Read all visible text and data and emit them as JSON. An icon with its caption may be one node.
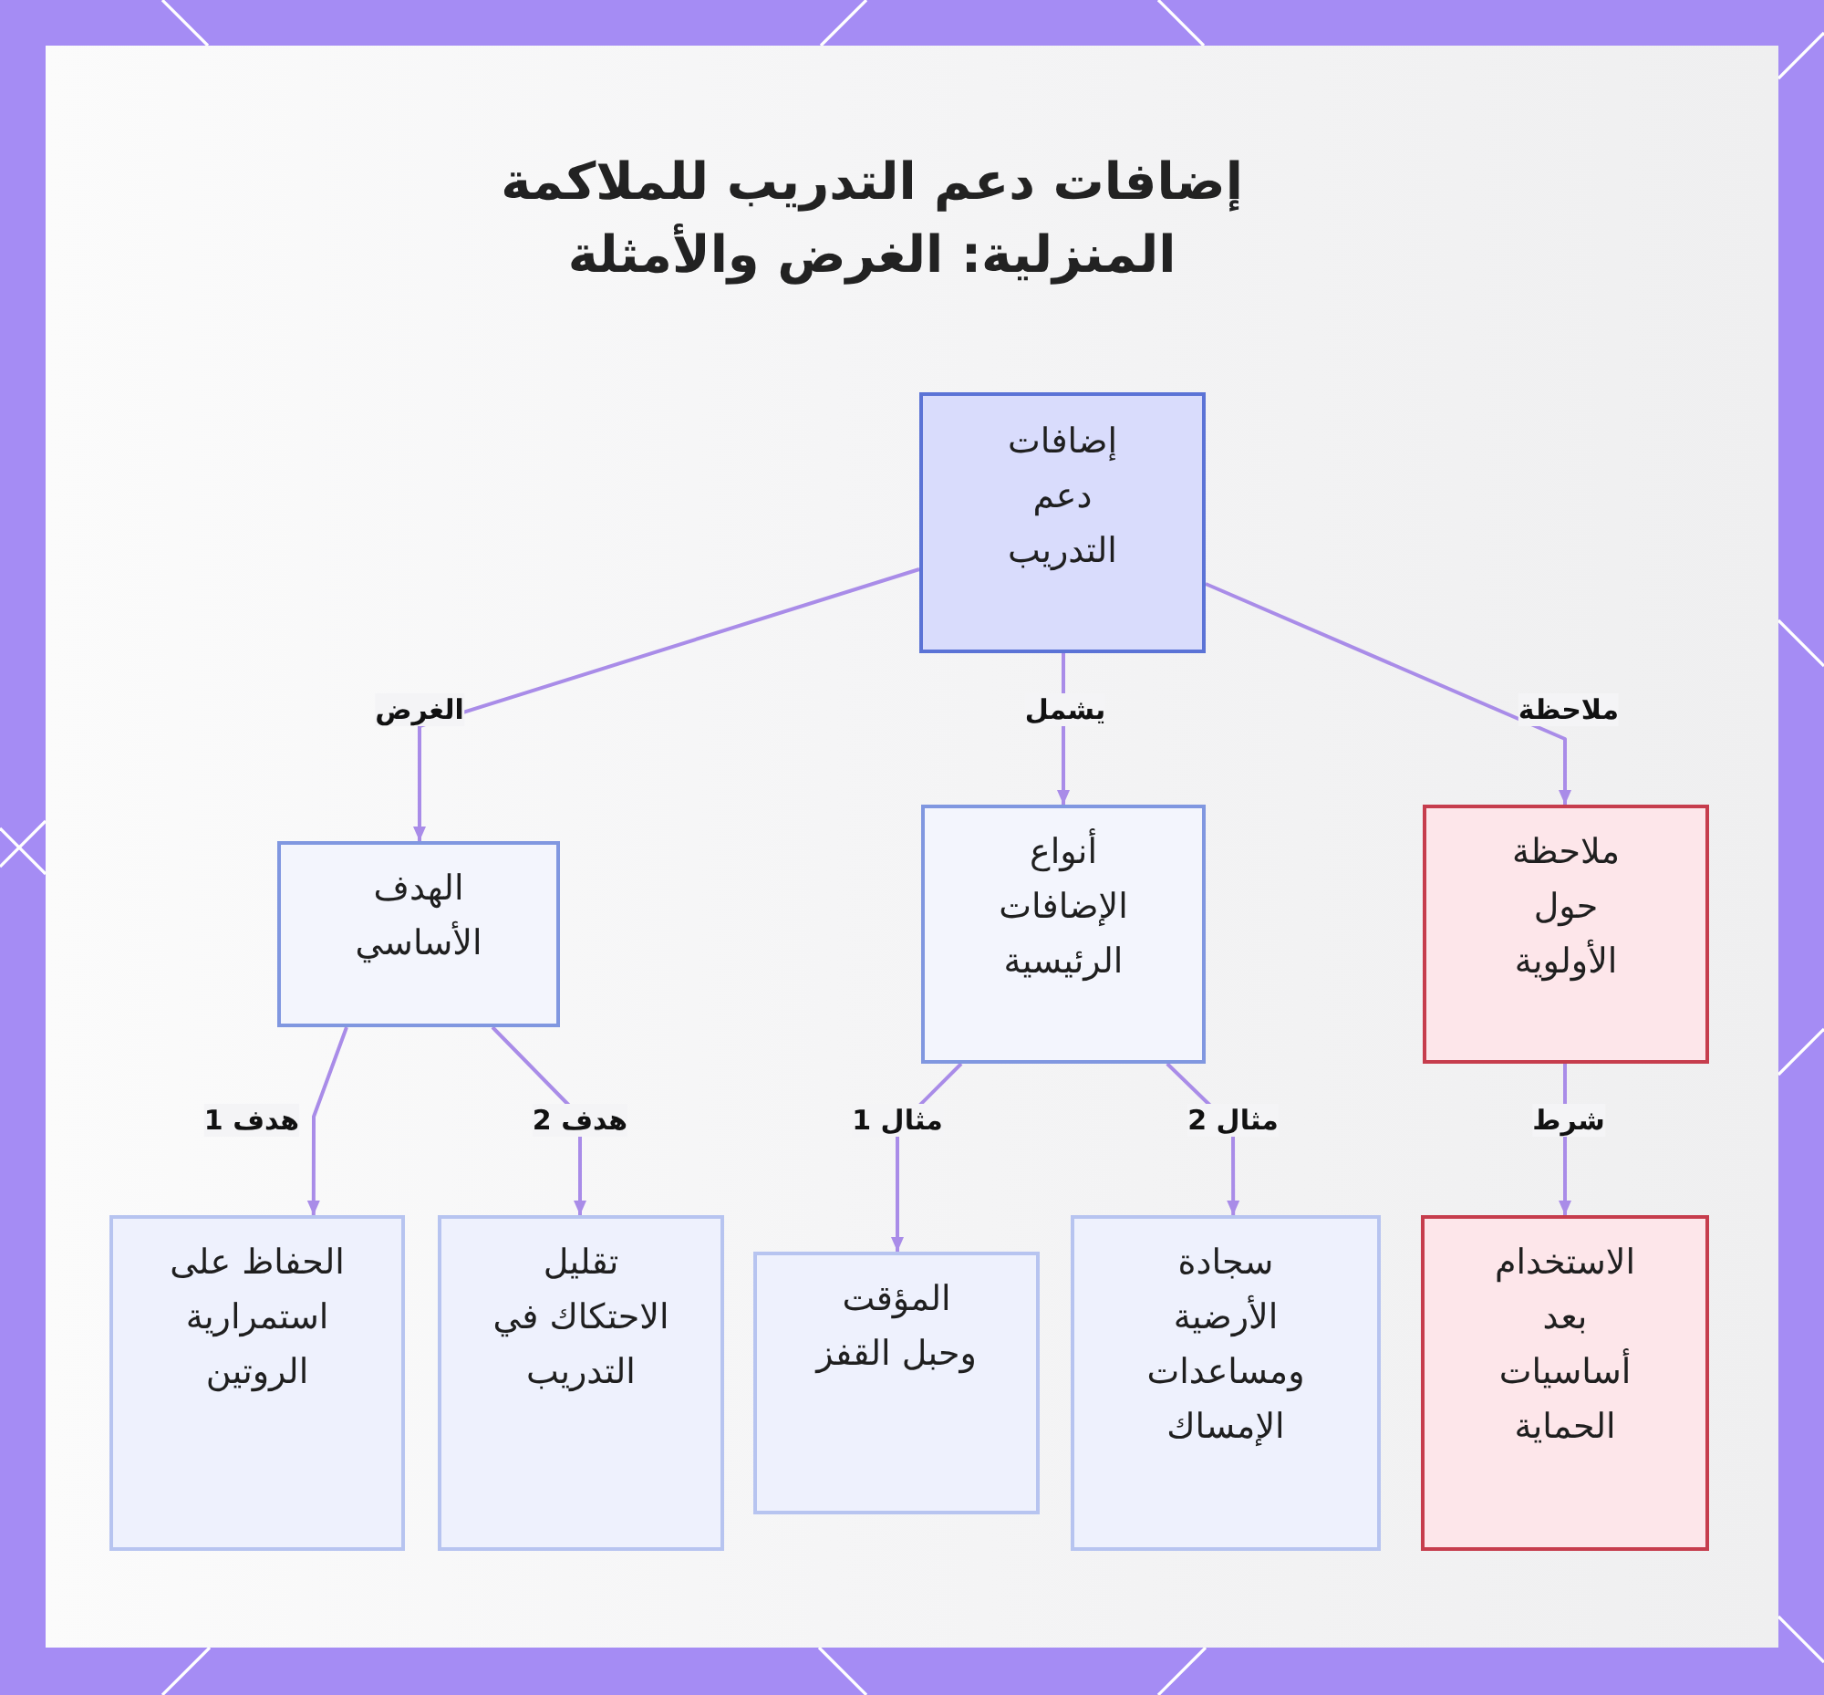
{
  "diagram": {
    "title": "إضافات دعم التدريب للملاكمة المنزلية: الغرض والأمثلة",
    "nodes": [
      {
        "text": [
          "إضافات دعم التدريب"
        ]
      },
      {
        "text": [
          "الهدف الأساسي"
        ]
      },
      {
        "text": [
          "أنواع الإضافات الرئيسية"
        ]
      },
      {
        "text": [
          "ملاحظة حول الأولوية"
        ]
      },
      {
        "text": [
          "الحفاظ على استمرارية الروتين"
        ]
      },
      {
        "text": [
          "تقليل الاحتكاك في التدريب"
        ]
      },
      {
        "text": [
          "المؤقت وحبل القفز"
        ]
      },
      {
        "text": [
          "سجادة الأرضية ومساعدات الإمساك"
        ]
      },
      {
        "text": [
          "الاستخدام بعد أساسيات الحماية"
        ]
      }
    ],
    "edges": [
      {
        "from": 0,
        "to": 1,
        "arrow": "to",
        "label": "الغرض"
      },
      {
        "from": 0,
        "to": 2,
        "arrow": "to",
        "label": "يشمل"
      },
      {
        "from": 0,
        "to": 3,
        "arrow": "to",
        "label": "ملاحظة"
      },
      {
        "from": 1,
        "to": 4,
        "arrow": "to",
        "label": "هدف 1"
      },
      {
        "from": 1,
        "to": 5,
        "arrow": "to",
        "label": "هدف 2"
      },
      {
        "from": 2,
        "to": 6,
        "arrow": "to",
        "label": "مثال 1"
      },
      {
        "from": 2,
        "to": 7,
        "arrow": "to",
        "label": "مثال 2"
      },
      {
        "from": 3,
        "to": 8,
        "arrow": "to",
        "label": "شرط"
      }
    ]
  }
}
